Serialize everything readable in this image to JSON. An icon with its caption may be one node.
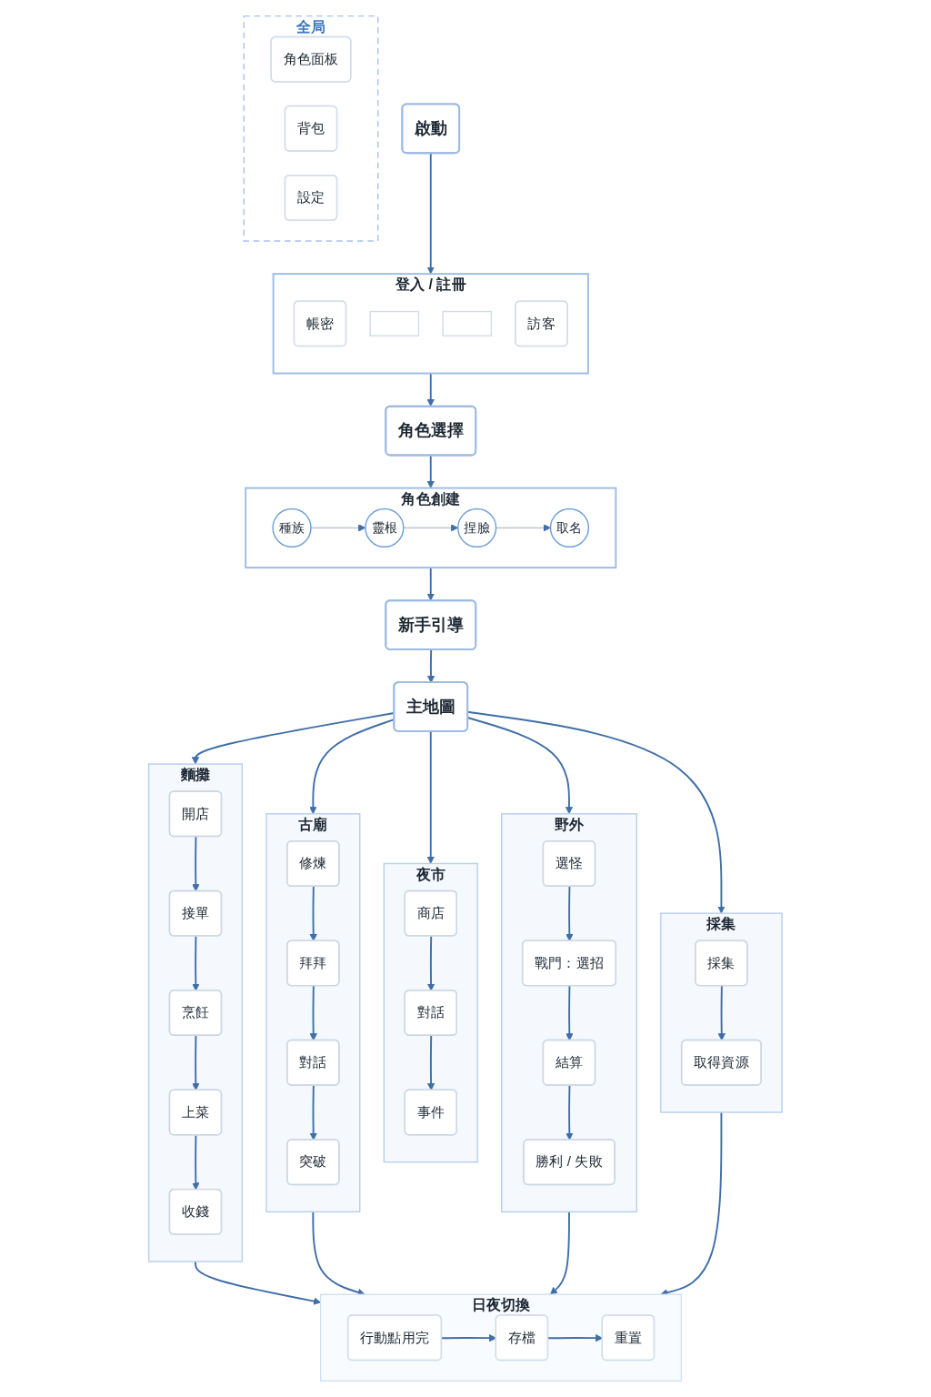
{
  "diagram": {
    "nodes": [
      {
        "text": [
          "啟動"
        ]
      },
      {
        "text": [
          "登入 / 註冊"
        ]
      },
      {
        "text": [
          "帳密"
        ],
        "in": 1
      },
      {
        "text": [],
        "shape": "box",
        "in": 1
      },
      {
        "text": [],
        "shape": "box",
        "in": 1
      },
      {
        "text": [
          "訪客"
        ],
        "in": 1
      },
      {
        "text": [
          "角色選擇"
        ]
      },
      {
        "text": [
          "角色創建"
        ]
      },
      {
        "text": [
          "種族"
        ],
        "in": 7
      },
      {
        "text": [
          "靈根"
        ],
        "in": 7
      },
      {
        "text": [
          "捏臉"
        ],
        "in": 7
      },
      {
        "text": [
          "取名"
        ],
        "in": 7
      },
      {
        "text": [
          "新手引導"
        ]
      },
      {
        "text": [
          "主地圖"
        ]
      },
      {
        "text": [
          "麵攤"
        ]
      },
      {
        "text": [
          "開店"
        ],
        "in": 14
      },
      {
        "text": [
          "接單"
        ],
        "in": 14
      },
      {
        "text": [
          "烹飪"
        ],
        "in": 14
      },
      {
        "text": [
          "上菜"
        ],
        "in": 14
      },
      {
        "text": [
          "收錢"
        ],
        "in": 14
      },
      {
        "text": [
          "古廟"
        ]
      },
      {
        "text": [
          "修煉"
        ],
        "in": 20
      },
      {
        "text": [
          "拜拜"
        ],
        "in": 20
      },
      {
        "text": [
          "對話"
        ],
        "in": 20
      },
      {
        "text": [
          "突破"
        ],
        "in": 20
      },
      {
        "text": [
          "夜市"
        ]
      },
      {
        "text": [
          "商店"
        ],
        "in": 25
      },
      {
        "text": [
          "對話"
        ],
        "in": 25
      },
      {
        "text": [
          "事件"
        ],
        "in": 25
      },
      {
        "text": [
          "野外"
        ]
      },
      {
        "text": [
          "選怪"
        ],
        "in": 29
      },
      {
        "text": [
          "戰門：選招"
        ],
        "in": 29
      },
      {
        "text": [
          "結算"
        ],
        "in": 29
      },
      {
        "text": [
          "勝利 / 失敗"
        ],
        "in": 29
      },
      {
        "text": [
          "採集"
        ]
      },
      {
        "text": [
          "採集"
        ],
        "in": 34
      },
      {
        "text": [
          "取得資源"
        ],
        "in": 34
      },
      {
        "text": [
          "日夜切換"
        ]
      },
      {
        "text": [
          "行動點用完"
        ],
        "in": 37
      },
      {
        "text": [
          "存檔"
        ],
        "in": 37
      },
      {
        "text": [
          "重置"
        ],
        "in": 37
      },
      {
        "text": [
          "全局"
        ]
      },
      {
        "text": [
          "角色面板"
        ],
        "in": 41
      },
      {
        "text": [
          "背包"
        ],
        "in": 41
      },
      {
        "text": [
          "設定"
        ],
        "in": 41
      }
    ],
    "edges": [
      {
        "from": 0,
        "to": 1,
        "arrow": "to"
      },
      {
        "from": 1,
        "to": 6,
        "arrow": "to"
      },
      {
        "from": 6,
        "to": 7,
        "arrow": "to"
      },
      {
        "from": 8,
        "to": 9,
        "arrow": "to",
        "color": "#c5ccd6"
      },
      {
        "from": 9,
        "to": 10,
        "arrow": "to",
        "color": "#c5ccd6"
      },
      {
        "from": 10,
        "to": 11,
        "arrow": "to",
        "color": "#c5ccd6"
      },
      {
        "from": 7,
        "to": 12,
        "arrow": "to"
      },
      {
        "from": 12,
        "to": 13,
        "arrow": "to"
      },
      {
        "from": 13,
        "to": 14,
        "arrow": "to"
      },
      {
        "from": 13,
        "to": 20,
        "arrow": "to"
      },
      {
        "from": 13,
        "to": 25,
        "arrow": "to"
      },
      {
        "from": 13,
        "to": 29,
        "arrow": "to"
      },
      {
        "from": 13,
        "to": 34,
        "arrow": "to"
      },
      {
        "from": 15,
        "to": 16,
        "arrow": "to"
      },
      {
        "from": 16,
        "to": 17,
        "arrow": "to"
      },
      {
        "from": 17,
        "to": 18,
        "arrow": "to"
      },
      {
        "from": 18,
        "to": 19,
        "arrow": "to"
      },
      {
        "from": 21,
        "to": 22,
        "arrow": "to"
      },
      {
        "from": 22,
        "to": 23,
        "arrow": "to"
      },
      {
        "from": 23,
        "to": 24,
        "arrow": "to"
      },
      {
        "from": 26,
        "to": 27,
        "arrow": "to"
      },
      {
        "from": 27,
        "to": 28,
        "arrow": "to"
      },
      {
        "from": 30,
        "to": 31,
        "arrow": "to"
      },
      {
        "from": 31,
        "to": 32,
        "arrow": "to"
      },
      {
        "from": 32,
        "to": 33,
        "arrow": "to"
      },
      {
        "from": 35,
        "to": 36,
        "arrow": "to"
      },
      {
        "from": 14,
        "to": 37,
        "arrow": "to"
      },
      {
        "from": 20,
        "to": 37,
        "arrow": "to"
      },
      {
        "from": 29,
        "to": 37,
        "arrow": "to"
      },
      {
        "from": 34,
        "to": 37,
        "arrow": "to"
      },
      {
        "from": 38,
        "to": 39,
        "arrow": "to"
      },
      {
        "from": 39,
        "to": 40,
        "arrow": "to"
      }
    ]
  }
}
